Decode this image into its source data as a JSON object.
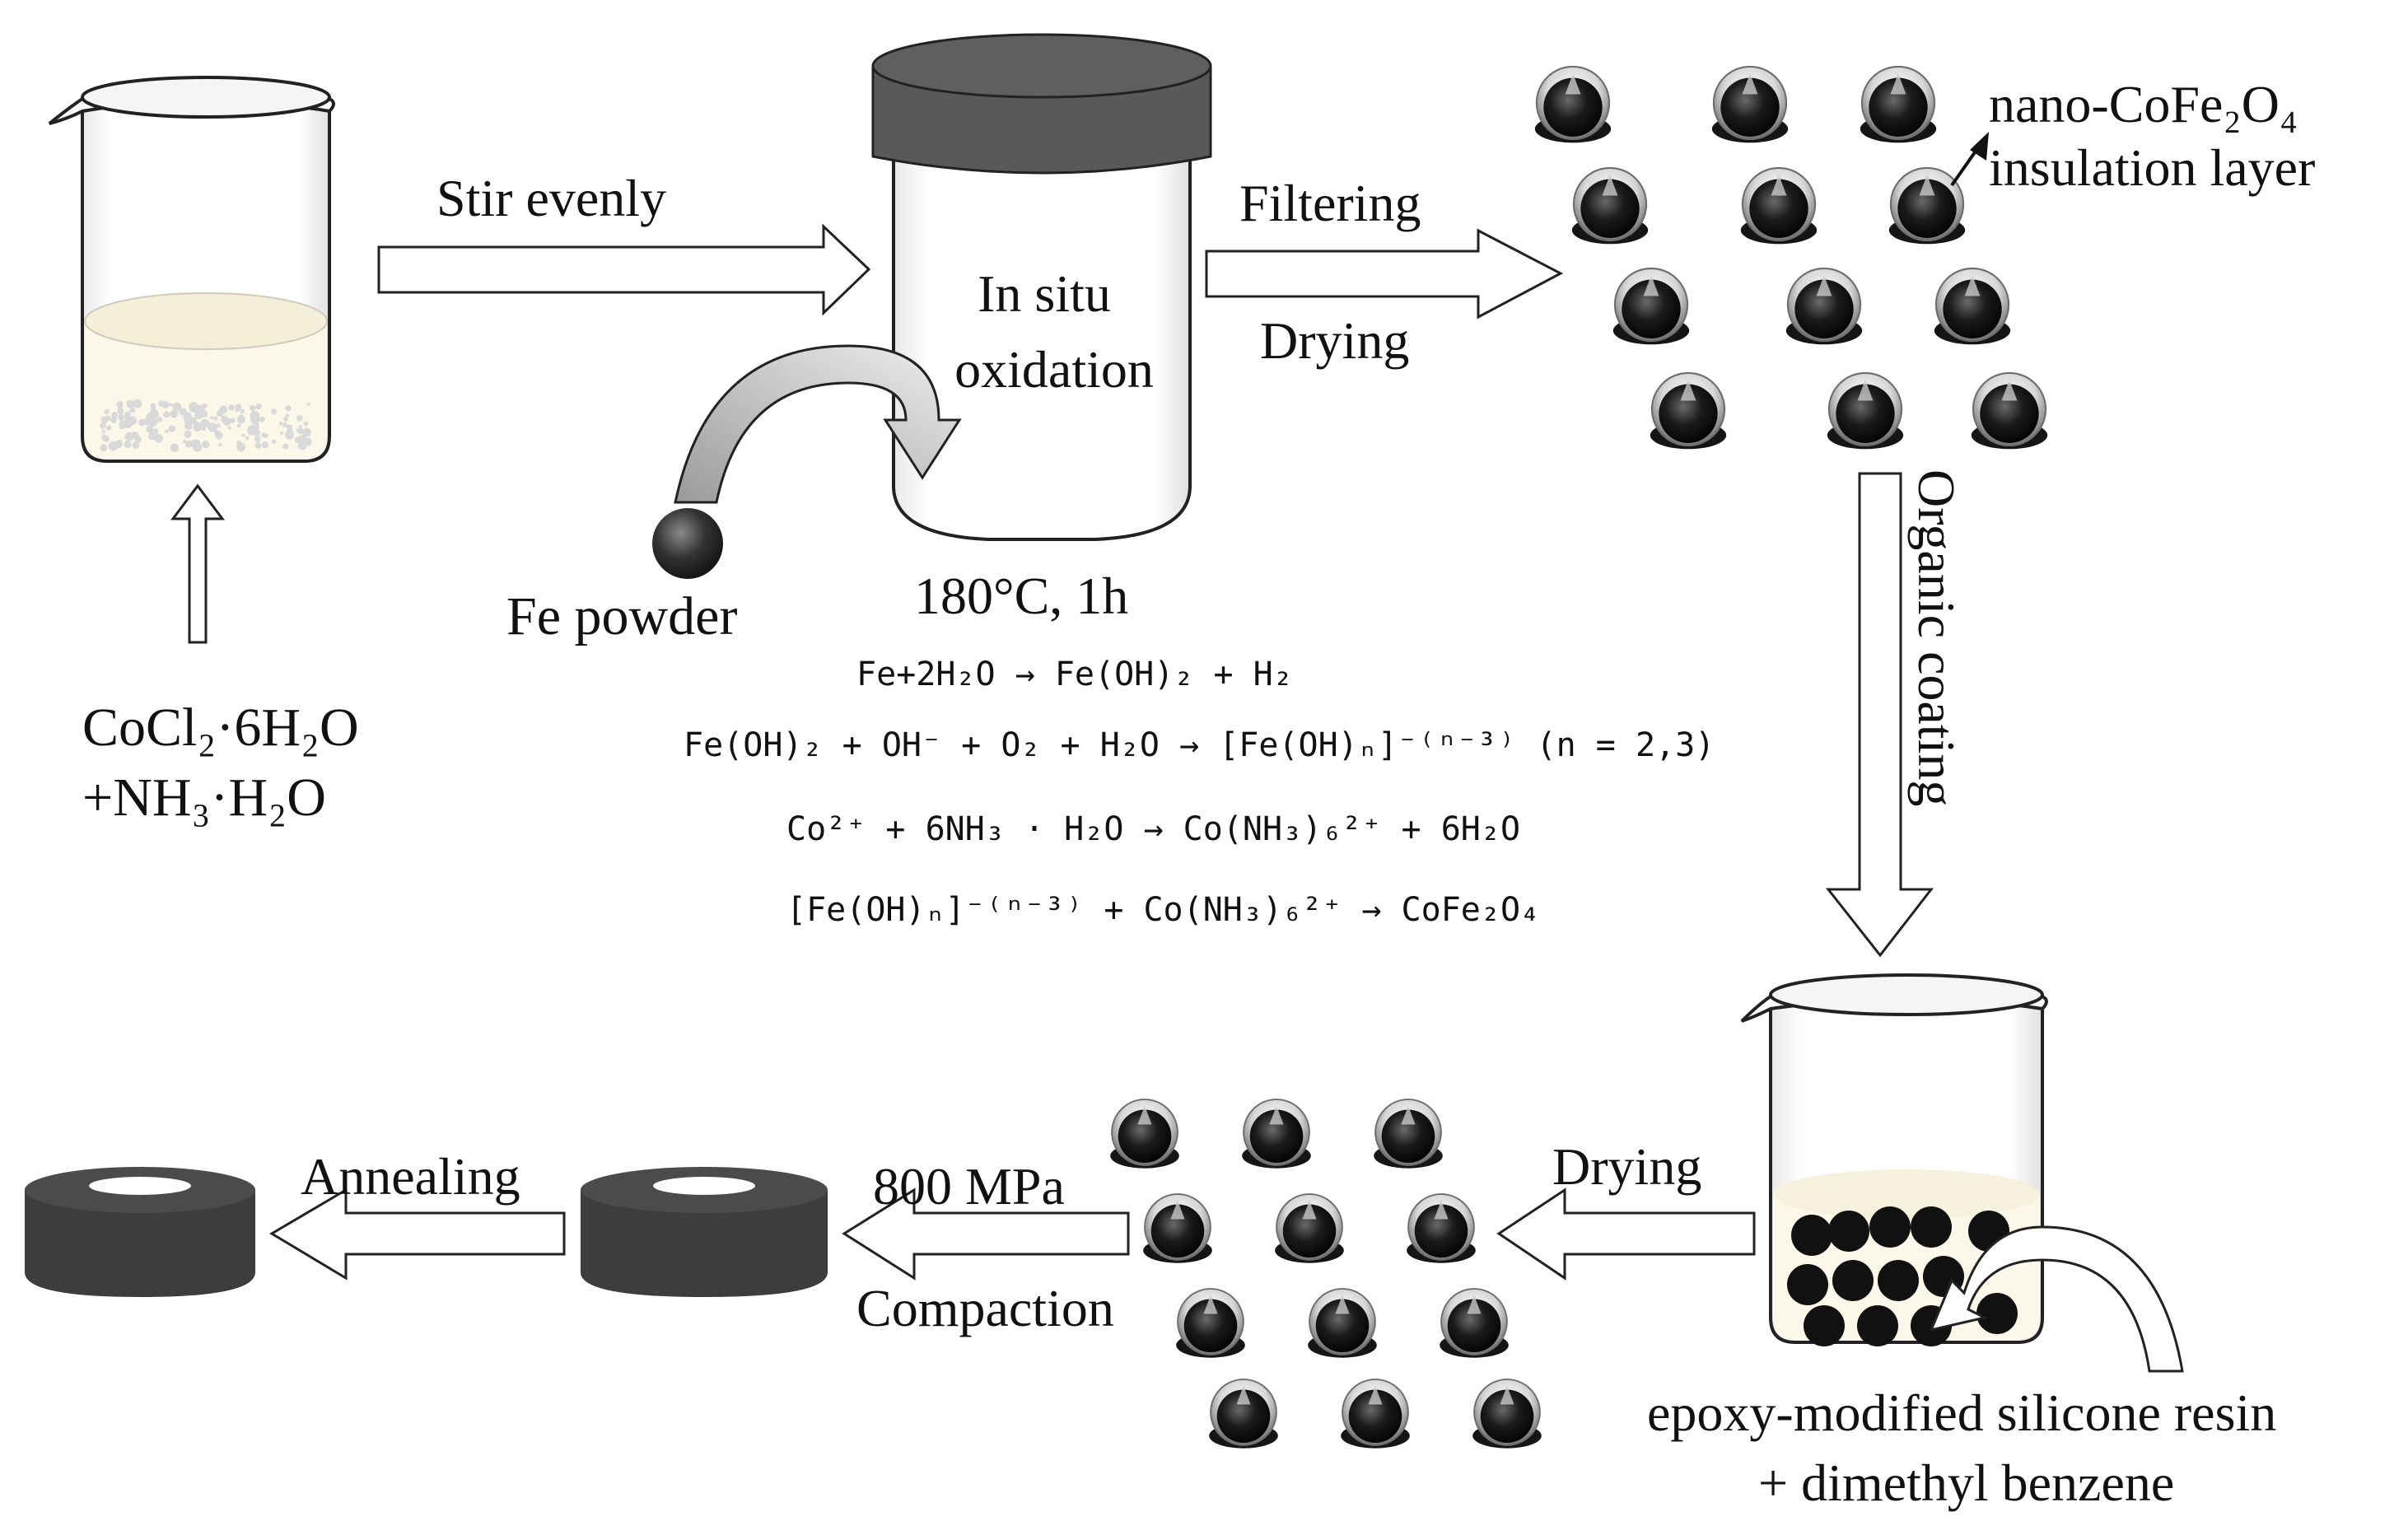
{
  "labels": {
    "stir": "Stir evenly",
    "in_situ_1": "In situ",
    "in_situ_2": "oxidation",
    "filtering": "Filtering",
    "drying_top": "Drying",
    "fe_powder": "Fe powder",
    "temperature": "180°C, 1h",
    "cocl2": "CoCl₂·6H₂O",
    "nh3": "+NH₃·H₂O",
    "nano_1": "nano-CoFe₂O₄",
    "nano_2": "insulation layer",
    "organic": "Organic coating",
    "drying_bottom": "Drying",
    "epoxy_1": "epoxy-modified silicone resin",
    "epoxy_2": "+ dimethyl benzene",
    "pressure": "800 MPa",
    "compaction": "Compaction",
    "annealing": "Annealing"
  },
  "equations": [
    "Fe+2H₂O → Fe(OH)₂ + H₂",
    "Fe(OH)₂ + OH⁻ + O₂ + H₂O → [Fe(OH)ₙ]⁻⁽ⁿ⁻³⁾ (n = 2,3)",
    "Co²⁺ + 6NH₃ · H₂O → Co(NH₃)₆²⁺ + 6H₂O",
    "[Fe(OH)ₙ]⁻⁽ⁿ⁻³⁾ + Co(NH₃)₆²⁺ → CoFe₂O₄"
  ],
  "colors": {
    "lid": "#595959",
    "ring": "#3d3d3d",
    "particle": "#111111",
    "liquid": "#fbf8ea"
  }
}
